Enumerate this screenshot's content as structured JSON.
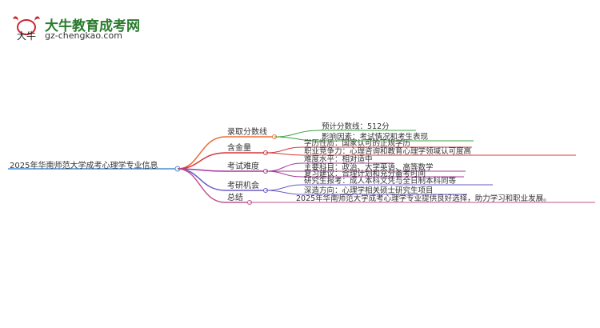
{
  "brand": {
    "title": "大牛教育成考网",
    "url": "gz-chengkao.com",
    "mark_text": "大牛",
    "colors": {
      "title": "#2a7a2e",
      "mark_red": "#c8282d"
    }
  },
  "mindmap": {
    "root": "2025年华南师范大学成考心理学专业信息",
    "branches": [
      {
        "label": "录取分数线",
        "color": "#e8703a",
        "children": [
          "预计分数线：512分",
          "影响因素：考试情况和考生表现"
        ]
      },
      {
        "label": "含金量",
        "color": "#d4373a",
        "children": [
          "学历性质：国家认可的正规学历",
          "职业竞争力：心理咨询和教育心理学领域认可度高"
        ]
      },
      {
        "label": "考试难度",
        "color": "#a23b9a",
        "children": [
          "难度水平：相对适中",
          "主要科目：政治、大学英语、高等数学",
          "复习建议：合理计划和充分备考时间"
        ]
      },
      {
        "label": "考研机会",
        "color": "#6a5bc9",
        "children": [
          "研究生报考：成人本科文凭与全日制本科同等",
          "深造方向：心理学相关硕士研究生项目"
        ]
      },
      {
        "label": "总结",
        "color": "#c0558e",
        "children": [
          "2025年华南师范大学成考心理学专业提供良好选择，助力学习和职业发展。"
        ]
      }
    ],
    "leaf_color": "#3aa040"
  }
}
